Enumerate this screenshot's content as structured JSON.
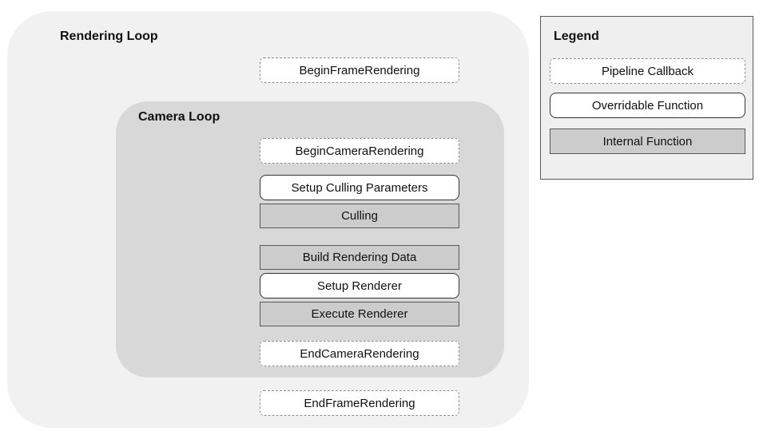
{
  "colors": {
    "page_bg": "#ffffff",
    "rendering_loop_bg": "#f1f1f1",
    "camera_loop_bg": "#d8d8d8",
    "internal_fill": "#cccccc",
    "internal_border": "#595959",
    "overridable_border": "#333333",
    "callback_border": "#8c8c8c",
    "legend_bg": "#efefef",
    "legend_border": "#595959",
    "text": "#111111"
  },
  "rendering_loop": {
    "title": "Rendering Loop",
    "begin_frame_rendering": "BeginFrameRendering",
    "end_frame_rendering": "EndFrameRendering"
  },
  "camera_loop": {
    "title": "Camera Loop",
    "begin_camera_rendering": "BeginCameraRendering",
    "setup_culling_parameters": "Setup Culling Parameters",
    "culling": "Culling",
    "build_rendering_data": "Build Rendering Data",
    "setup_renderer": "Setup Renderer",
    "execute_renderer": "Execute Renderer",
    "end_camera_rendering": "EndCameraRendering"
  },
  "legend": {
    "title": "Legend",
    "items": [
      {
        "label": "Pipeline Callback",
        "type": "callback"
      },
      {
        "label": "Overridable Function",
        "type": "overridable"
      },
      {
        "label": "Internal Function",
        "type": "internal"
      }
    ]
  }
}
